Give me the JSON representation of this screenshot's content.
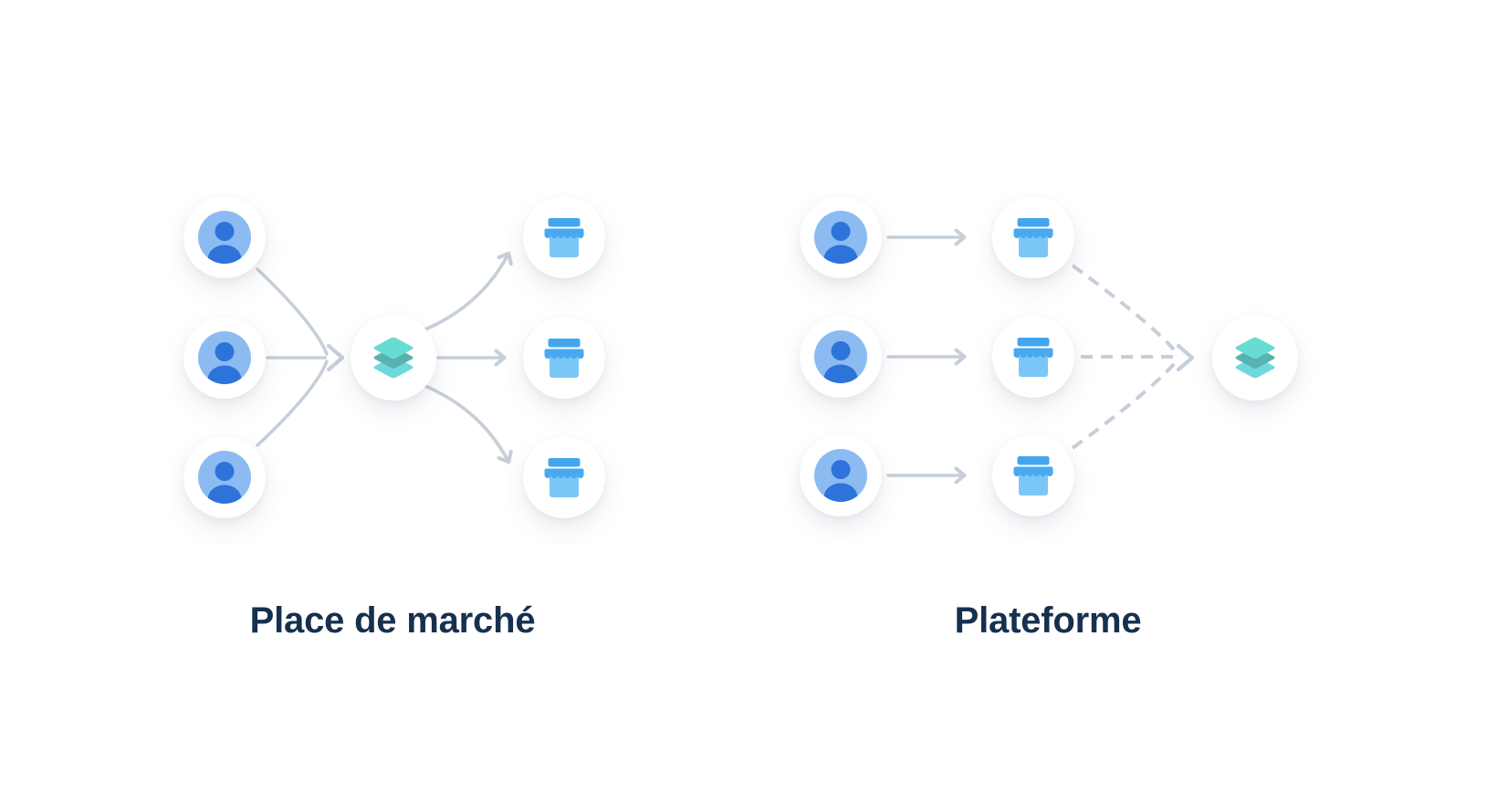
{
  "diagram": {
    "type": "comparison-illustration",
    "marketplace": {
      "title": "Place de marché",
      "consumer_count": 3,
      "merchant_count": 3,
      "consumer_icon": "user-icon",
      "hub_icon": "layers-icon",
      "merchant_icon": "storefront-icon",
      "consumer_to_hub_arrows": "solid",
      "hub_to_merchant_arrows": "solid"
    },
    "platform": {
      "title": "Plateforme",
      "consumer_count": 3,
      "merchant_count": 3,
      "consumer_icon": "user-icon",
      "merchant_icon": "storefront-icon",
      "hub_icon": "layers-icon",
      "consumer_to_merchant_arrows": "solid",
      "merchant_to_hub_arrows": "dashed"
    }
  },
  "colors": {
    "background": "#ffffff",
    "title_text": "#16304f",
    "arrow": "#c6cfd9",
    "node_fill": "#ffffff",
    "avatar_bg": "#8cbbf2",
    "avatar_person": "#2d73da",
    "store_roof": "#44a5ef",
    "store_awning": "#48a9f0",
    "store_body": "#7ac7f7",
    "layers_top": "#67dcd2",
    "layers_middle": "#58b2b0",
    "layers_bottom": "#6ed8dd"
  }
}
